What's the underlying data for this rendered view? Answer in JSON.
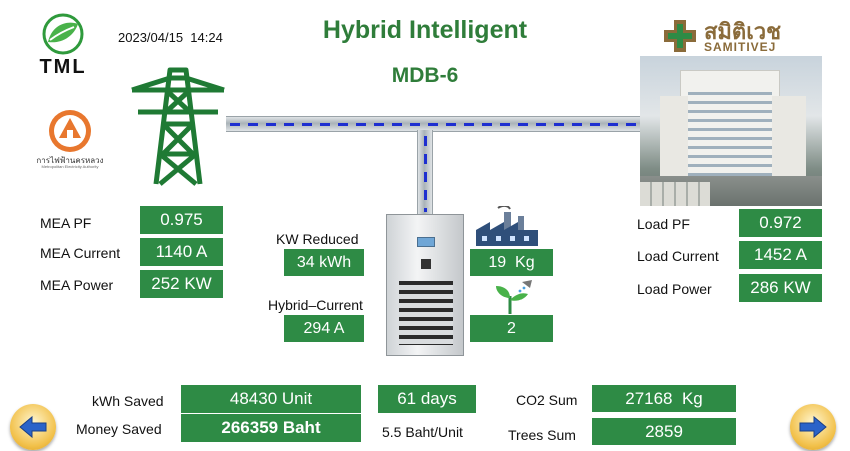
{
  "header": {
    "datetime": "2023/04/15  14:24",
    "title": "Hybrid Intelligent",
    "subtitle": "MDB-6"
  },
  "logos": {
    "tml": "TML",
    "mea_text": "การไฟฟ้านครหลวง",
    "mea_subtext": "Metropolitan Electricity Authority",
    "samitivej_thai": "สมิติเวช",
    "samitivej_en": "SAMITIVEJ"
  },
  "mea": {
    "pf_label": "MEA PF",
    "pf_value": "0.975",
    "current_label": "MEA Current",
    "current_value": "1140 A",
    "power_label": "MEA Power",
    "power_value": "252 KW"
  },
  "hybrid": {
    "kw_reduced_label": "KW Reduced",
    "kw_reduced_value": "34 kWh",
    "current_label": "Hybrid–Current",
    "current_value": "294 A",
    "co2_value": "19  Kg",
    "trees_value": "2"
  },
  "load": {
    "pf_label": "Load PF",
    "pf_value": "0.972",
    "current_label": "Load Current",
    "current_value": "1452 A",
    "power_label": "Load Power",
    "power_value": "286 KW"
  },
  "summary": {
    "kwh_saved_label": "kWh Saved",
    "kwh_saved_value": "48430 Unit",
    "money_saved_label": "Money Saved",
    "money_saved_value": "266359 Baht",
    "days_value": "61 days",
    "rate_text": "5.5 Baht/Unit",
    "co2_sum_label": "CO2 Sum",
    "co2_sum_value": "27168  Kg",
    "trees_sum_label": "Trees Sum",
    "trees_sum_value": "2859"
  },
  "icons": {
    "tower": "power-tower-icon",
    "factory": "factory-icon",
    "plant": "plant-icon",
    "cabinet": "electrical-cabinet-icon",
    "prev": "arrow-left-icon",
    "next": "arrow-right-icon"
  },
  "colors": {
    "accent_green": "#2e8b45",
    "title_green": "#2f7d3a",
    "flow_dash": "#1e2fd0",
    "arrow_blue": "#2a63c9",
    "arrow_gold": "#f2c14b"
  }
}
